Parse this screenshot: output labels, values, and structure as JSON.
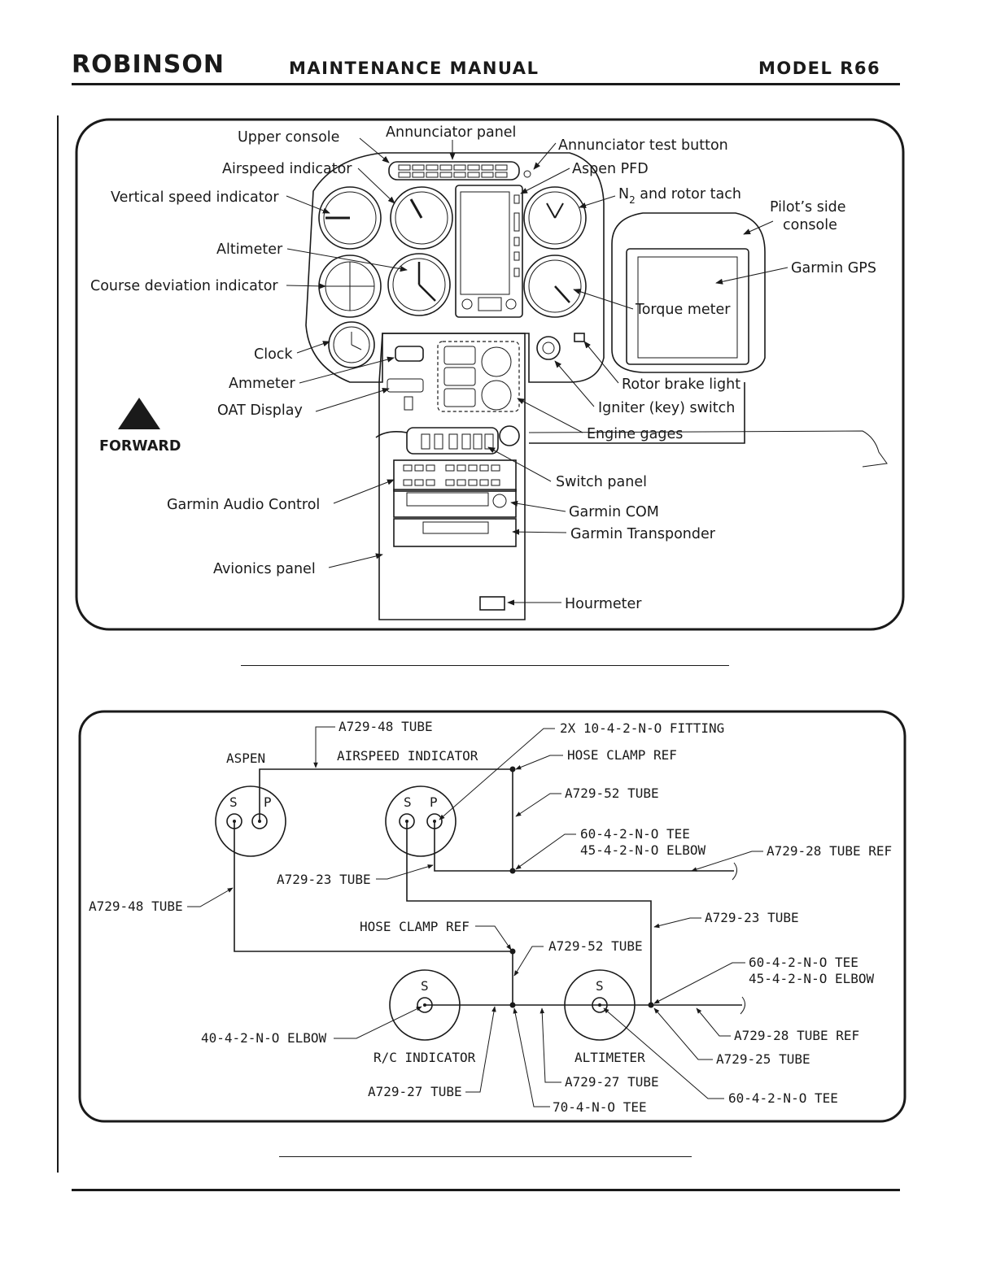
{
  "header": {
    "brand": "ROBINSON",
    "manual_title": "MAINTENANCE MANUAL",
    "model": "MODEL R66"
  },
  "panel_figure": {
    "labels": {
      "upper_console": "Upper console",
      "annunciator_panel": "Annunciator panel",
      "annunciator_test_button": "Annunciator test button",
      "airspeed_indicator": "Airspeed indicator",
      "aspen_pfd": "Aspen PFD",
      "vertical_speed_indicator": "Vertical speed indicator",
      "n2_rotor_tach_prefix": "N",
      "n2_rotor_tach_sub": "2",
      "n2_rotor_tach_suffix": " and rotor tach",
      "pilots_side_console_1": "Pilot’s side",
      "pilots_side_console_2": "console",
      "altimeter": "Altimeter",
      "garmin_gps": "Garmin GPS",
      "course_deviation_indicator": "Course deviation indicator",
      "torque_meter": "Torque meter",
      "clock": "Clock",
      "ammeter": "Ammeter",
      "rotor_brake_light": "Rotor brake light",
      "oat_display": "OAT Display",
      "igniter_switch": "Igniter (key) switch",
      "forward": "FORWARD",
      "engine_gages": "Engine gages",
      "switch_panel": "Switch panel",
      "garmin_audio_control": "Garmin Audio Control",
      "garmin_com": "Garmin COM",
      "garmin_transponder": "Garmin Transponder",
      "avionics_panel": "Avionics panel",
      "hourmeter": "Hourmeter"
    }
  },
  "pitot_static_figure": {
    "labels": {
      "aspen": "ASPEN",
      "airspeed_indicator": "AIRSPEED INDICATOR",
      "a729_48_tube_top": "A729-48 TUBE",
      "fitting": "2X 10-4-2-N-O FITTING",
      "hose_clamp_ref_top": "HOSE CLAMP REF",
      "a729_52_tube_top": "A729-52 TUBE",
      "tee_60_top": "60-4-2-N-O TEE",
      "elbow_45_top": "45-4-2-N-O ELBOW",
      "a729_28_tube_ref_top": "A729-28 TUBE REF",
      "a729_23_tube_left": "A729-23 TUBE",
      "a729_48_tube_left": "A729-48 TUBE",
      "a729_23_tube_right": "A729-23 TUBE",
      "hose_clamp_ref_mid": "HOSE CLAMP REF",
      "a729_52_tube_mid": "A729-52 TUBE",
      "tee_60_mid": "60-4-2-N-O TEE",
      "elbow_45_mid": "45-4-2-N-O ELBOW",
      "elbow_40": "40-4-2-N-O ELBOW",
      "a729_28_tube_ref_bottom": "A729-28 TUBE REF",
      "rc_indicator": "R/C INDICATOR",
      "altimeter": "ALTIMETER",
      "a729_25_tube": "A729-25 TUBE",
      "a729_27_tube_left": "A729-27 TUBE",
      "a729_27_tube_mid": "A729-27 TUBE",
      "tee_70": "70-4-N-O TEE",
      "tee_60_bottom": "60-4-2-N-O TEE",
      "port_s": "S",
      "port_p": "P"
    }
  }
}
